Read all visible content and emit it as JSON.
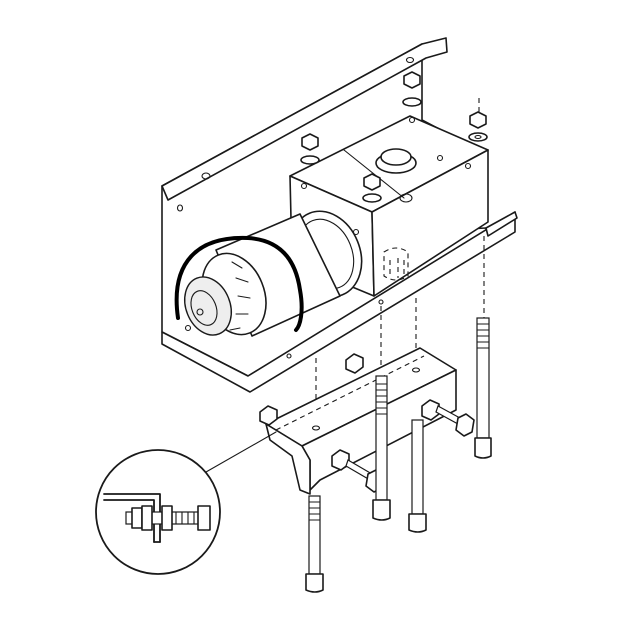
{
  "figure": {
    "kind": "exploded assembly line drawing",
    "colors": {
      "ink": "#1a1a1a",
      "paper": "#ffffff",
      "shade": "#eeeeee"
    },
    "parts": [
      "bracket-plate",
      "gear-motor",
      "gearbox-housing",
      "power-cable",
      "mounting-block",
      "long-bolt",
      "short-bolt",
      "adjuster-screw",
      "hex-nut",
      "flat-washer",
      "detail-callout"
    ]
  }
}
